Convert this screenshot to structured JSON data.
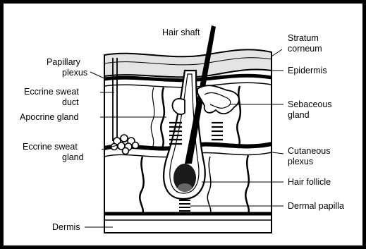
{
  "labels": {
    "hair_shaft": "Hair shaft",
    "stratum_corneum_1": "Stratum",
    "stratum_corneum_2": "corneum",
    "papillary_plexus_1": "Papillary",
    "papillary_plexus_2": "plexus",
    "epidermis": "Epidermis",
    "eccrine_duct_1": "Eccrine sweat",
    "eccrine_duct_2": "duct",
    "sebaceous_1": "Sebaceous",
    "sebaceous_2": "gland",
    "apocrine": "Apocrine gland",
    "eccrine_gland_1": "Eccrine sweat",
    "eccrine_gland_2": "gland",
    "cutaneous_1": "Cutaneous",
    "cutaneous_2": "plexus",
    "hair_follicle": "Hair follicle",
    "dermal_papilla": "Dermal papilla",
    "dermis": "Dermis"
  }
}
